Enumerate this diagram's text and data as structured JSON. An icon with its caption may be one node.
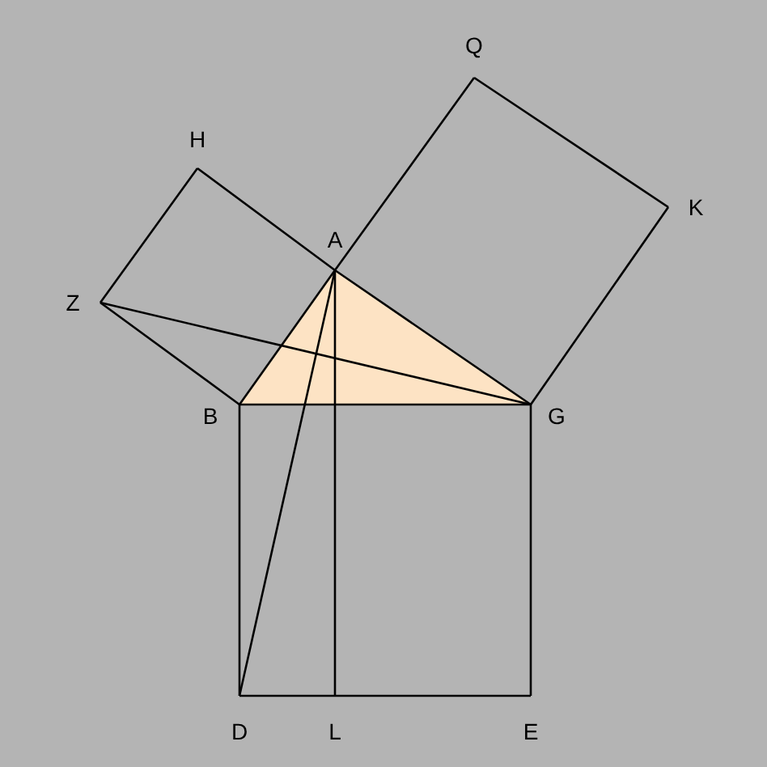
{
  "diagram": {
    "nodes": [
      {
        "text": [
          "Q"
        ]
      },
      {
        "text": [
          "H"
        ]
      },
      {
        "text": [
          "K"
        ]
      },
      {
        "text": [
          "A"
        ]
      },
      {
        "text": [
          "Z"
        ]
      },
      {
        "text": [
          "B"
        ]
      },
      {
        "text": [
          "G"
        ]
      },
      {
        "text": [
          "D"
        ]
      },
      {
        "text": [
          "L"
        ]
      },
      {
        "text": [
          "E"
        ]
      }
    ],
    "edges": [
      {
        "from": 3,
        "to": 5,
        "arrow": "none"
      },
      {
        "from": 5,
        "to": 4,
        "arrow": "none"
      },
      {
        "from": 4,
        "to": 1,
        "arrow": "none"
      },
      {
        "from": 1,
        "to": 3,
        "arrow": "none"
      },
      {
        "from": 3,
        "to": 6,
        "arrow": "none"
      },
      {
        "from": 6,
        "to": 2,
        "arrow": "none"
      },
      {
        "from": 2,
        "to": 0,
        "arrow": "none"
      },
      {
        "from": 0,
        "to": 3,
        "arrow": "none"
      },
      {
        "from": 5,
        "to": 6,
        "arrow": "none"
      },
      {
        "from": 5,
        "to": 7,
        "arrow": "none"
      },
      {
        "from": 7,
        "to": 8,
        "arrow": "none"
      },
      {
        "from": 8,
        "to": 9,
        "arrow": "none"
      },
      {
        "from": 9,
        "to": 6,
        "arrow": "none"
      },
      {
        "from": 3,
        "to": 8,
        "arrow": "none"
      },
      {
        "from": 3,
        "to": 7,
        "arrow": "none"
      },
      {
        "from": 4,
        "to": 6,
        "arrow": "none"
      }
    ]
  }
}
